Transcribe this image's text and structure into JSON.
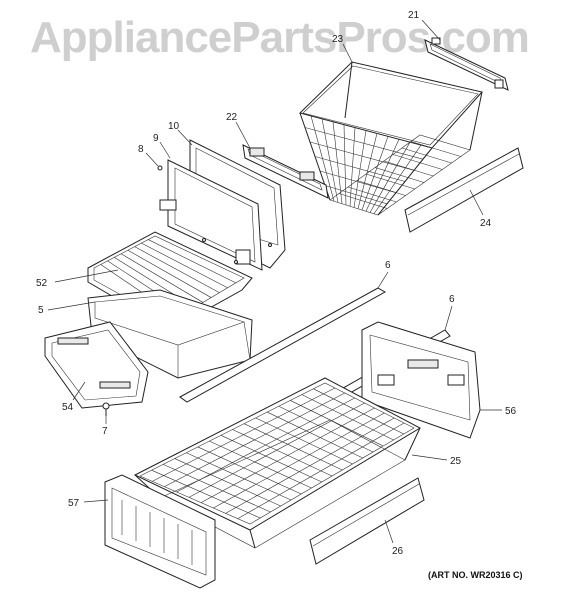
{
  "watermark": "AppliancePartsPros.com",
  "art_number": "(ART NO. WR20316 C)",
  "callouts": [
    {
      "id": "c21",
      "label": "21"
    },
    {
      "id": "c23",
      "label": "23"
    },
    {
      "id": "c22",
      "label": "22"
    },
    {
      "id": "c24",
      "label": "24"
    },
    {
      "id": "c10",
      "label": "10"
    },
    {
      "id": "c9",
      "label": "9"
    },
    {
      "id": "c8",
      "label": "8"
    },
    {
      "id": "c52",
      "label": "52"
    },
    {
      "id": "c5",
      "label": "5"
    },
    {
      "id": "c6a",
      "label": "6"
    },
    {
      "id": "c6b",
      "label": "6"
    },
    {
      "id": "c54",
      "label": "54"
    },
    {
      "id": "c7",
      "label": "7"
    },
    {
      "id": "c56",
      "label": "56"
    },
    {
      "id": "c25",
      "label": "25"
    },
    {
      "id": "c57",
      "label": "57"
    },
    {
      "id": "c26",
      "label": "26"
    }
  ]
}
